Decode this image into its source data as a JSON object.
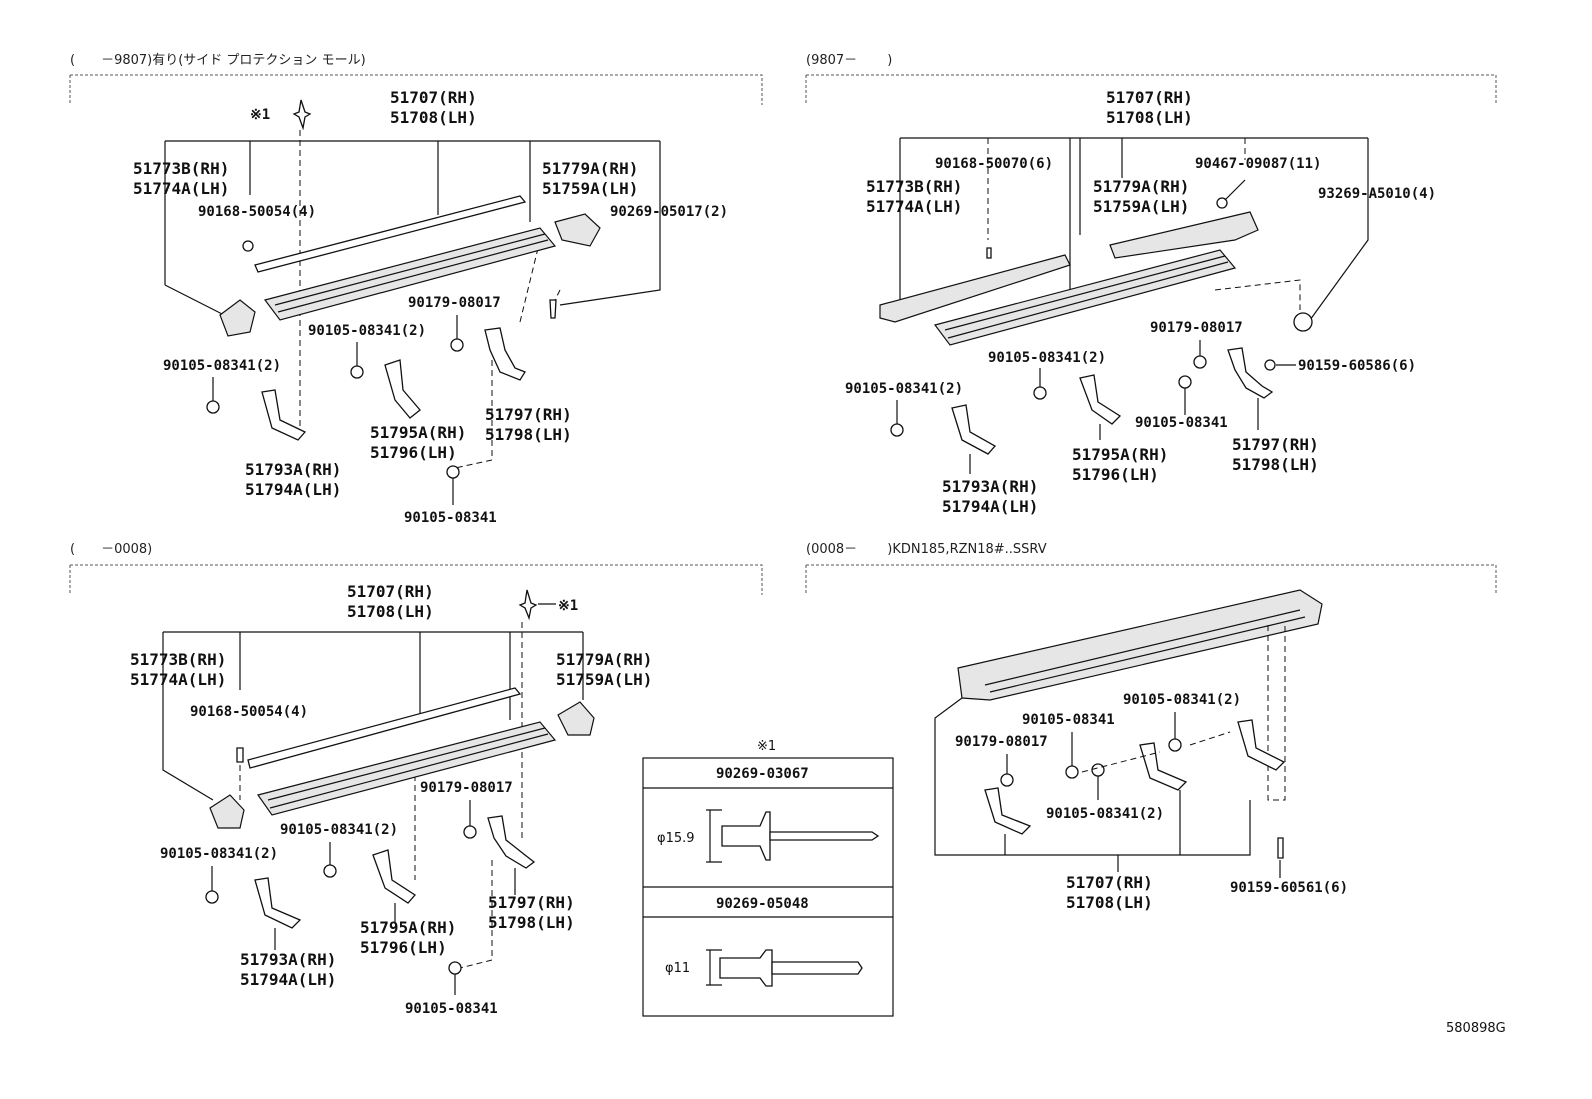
{
  "sections": {
    "tl_header": "(　　－9807)有り(サイド プロテクション モール)",
    "tr_header": "(9807－　　 )",
    "bl_header": "(　　－0008)",
    "br_header": "(0008－　　 )KDN185,RZN18#..SSRV"
  },
  "labels": {
    "tl": {
      "ref1": "※1",
      "p51707": "51707(RH)",
      "p51708": "51708(LH)",
      "p51773b": "51773B(RH)",
      "p51774a": "51774A(LH)",
      "p51779a": "51779A(RH)",
      "p51759a": "51759A(LH)",
      "p90168": "90168-50054(4)",
      "p90269": "90269-05017(2)",
      "p90179": "90179-08017",
      "p90105a": "90105-08341(2)",
      "p90105b": "90105-08341(2)",
      "p51797": "51797(RH)",
      "p51798": "51798(LH)",
      "p51795a": "51795A(RH)",
      "p51796": "51796(LH)",
      "p51793a": "51793A(RH)",
      "p51794a": "51794A(LH)",
      "p90105c": "90105-08341"
    },
    "tr": {
      "p51707": "51707(RH)",
      "p51708": "51708(LH)",
      "p90168": "90168-50070(6)",
      "p90467": "90467-09087(11)",
      "p51773b": "51773B(RH)",
      "p51774a": "51774A(LH)",
      "p51779a": "51779A(RH)",
      "p51759a": "51759A(LH)",
      "p93269": "93269-A5010(4)",
      "p90179": "90179-08017",
      "p90105a": "90105-08341(2)",
      "p90159": "90159-60586(6)",
      "p90105b": "90105-08341(2)",
      "p90105c": "90105-08341",
      "p51797": "51797(RH)",
      "p51798": "51798(LH)",
      "p51795a": "51795A(RH)",
      "p51796": "51796(LH)",
      "p51793a": "51793A(RH)",
      "p51794a": "51794A(LH)"
    },
    "bl": {
      "p51707": "51707(RH)",
      "p51708": "51708(LH)",
      "ref1": "※1",
      "p51773b": "51773B(RH)",
      "p51774a": "51774A(LH)",
      "p51779a": "51779A(RH)",
      "p51759a": "51759A(LH)",
      "p90168": "90168-50054(4)",
      "p90179": "90179-08017",
      "p90105a": "90105-08341(2)",
      "p90105b": "90105-08341(2)",
      "p51797": "51797(RH)",
      "p51798": "51798(LH)",
      "p51795a": "51795A(RH)",
      "p51796": "51796(LH)",
      "p51793a": "51793A(RH)",
      "p51794a": "51794A(LH)",
      "p90105c": "90105-08341"
    },
    "br": {
      "p90105a": "90105-08341(2)",
      "p90105b": "90105-08341",
      "p90179": "90179-08017",
      "p90105c": "90105-08341(2)",
      "p51707": "51707(RH)",
      "p51708": "51708(LH)",
      "p90159": "90159-60561(6)"
    },
    "rivet_table": {
      "title": "※1",
      "row1_part": "90269-03067",
      "row1_dim": "φ15.9",
      "row2_part": "90269-05048",
      "row2_dim": "φ11"
    },
    "figure_id": "580898G"
  }
}
